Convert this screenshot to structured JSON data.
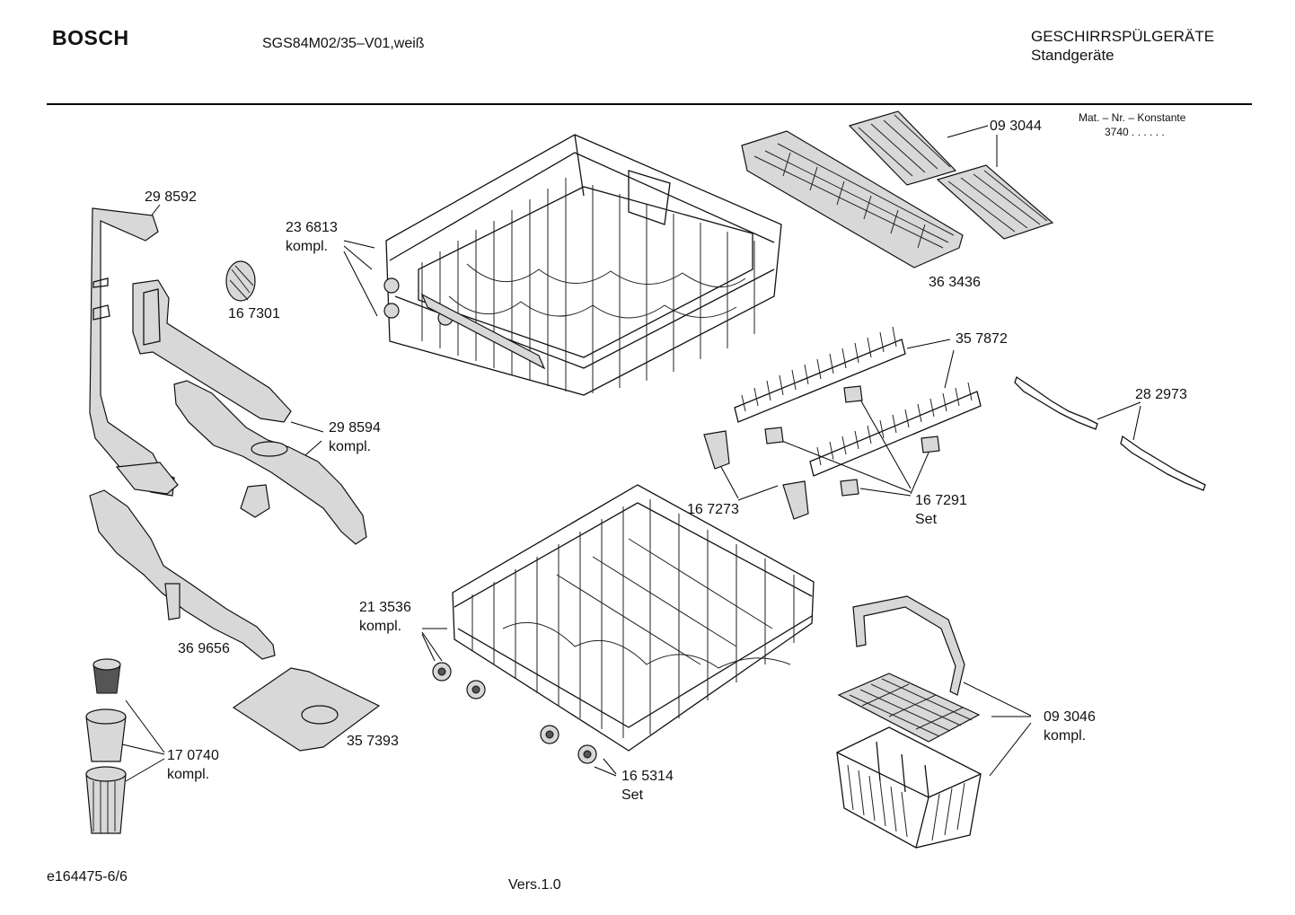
{
  "header": {
    "brand": "BOSCH",
    "model": "SGS84M02/35–V01,weiß",
    "category": "GESCHIRRSPÜLGERÄTE",
    "subcategory": "Standgeräte",
    "mat_label": "Mat. – Nr. – Konstante",
    "mat_value": "3740 . . . . . ."
  },
  "parts": [
    {
      "id": "p298592",
      "lines": [
        "29 8592"
      ]
    },
    {
      "id": "p236813",
      "lines": [
        "23 6813",
        "kompl."
      ]
    },
    {
      "id": "p167301",
      "lines": [
        "16 7301"
      ]
    },
    {
      "id": "p093044",
      "lines": [
        "09 3044"
      ]
    },
    {
      "id": "p363436",
      "lines": [
        "36 3436"
      ]
    },
    {
      "id": "p357872",
      "lines": [
        "35 7872"
      ]
    },
    {
      "id": "p282973",
      "lines": [
        "28 2973"
      ]
    },
    {
      "id": "p298594",
      "lines": [
        "29 8594",
        "kompl."
      ]
    },
    {
      "id": "p167273",
      "lines": [
        "16 7273"
      ]
    },
    {
      "id": "p167291",
      "lines": [
        "16 7291",
        "Set"
      ]
    },
    {
      "id": "p213536",
      "lines": [
        "21 3536",
        "kompl."
      ]
    },
    {
      "id": "p369656",
      "lines": [
        "36 9656"
      ]
    },
    {
      "id": "p357393",
      "lines": [
        "35 7393"
      ]
    },
    {
      "id": "p093046",
      "lines": [
        "09 3046",
        "kompl."
      ]
    },
    {
      "id": "p170740",
      "lines": [
        "17 0740",
        "kompl."
      ]
    },
    {
      "id": "p165314",
      "lines": [
        "16 5314",
        "Set"
      ]
    }
  ],
  "footer": {
    "doc_id": "e164475-6/6",
    "version": "Vers.1.0"
  }
}
